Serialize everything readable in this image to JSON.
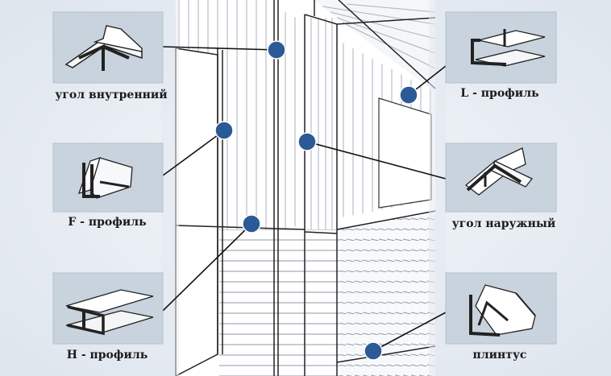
{
  "colors": {
    "background": "#e9eef4",
    "panel": "#c8d3de",
    "panel_border": "#b3c0cd",
    "marker": "#2c5a96",
    "line": "#111111"
  },
  "labels": {
    "inner_corner": "угол внутренний",
    "f_profile": "F - профиль",
    "h_profile": "H - профиль",
    "l_profile": "L - профиль",
    "outer_corner": "угол наружный",
    "plinth": "плинтус"
  },
  "icons": {
    "inner_corner": "inner-corner-profile-icon",
    "f_profile": "f-profile-icon",
    "h_profile": "h-profile-icon",
    "l_profile": "l-profile-icon",
    "outer_corner": "outer-corner-profile-icon",
    "plinth": "plinth-profile-icon"
  }
}
